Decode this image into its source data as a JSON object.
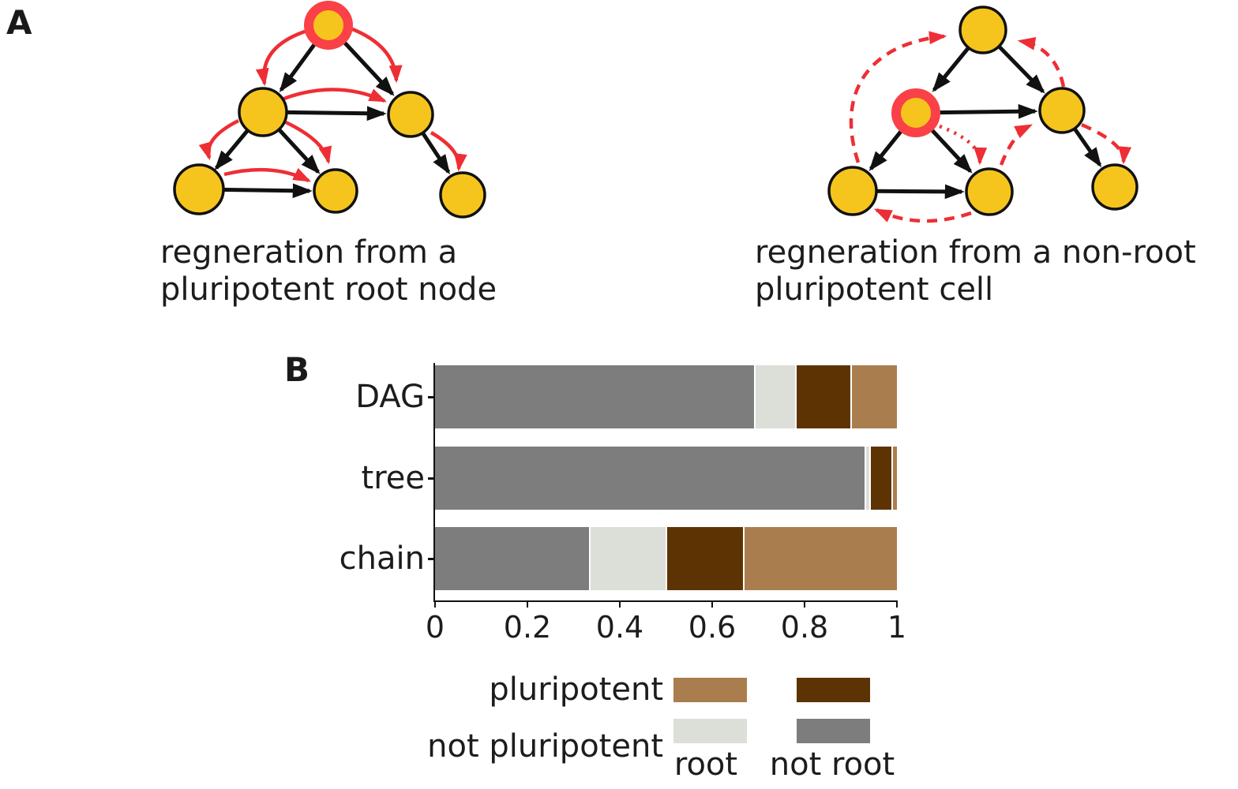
{
  "panel_a": {
    "label": "A",
    "captions": {
      "left_line1": "regneration from a",
      "left_line2": "pluripotent root node",
      "right_line1": "regneration from a non-root",
      "right_line2": "pluripotent cell"
    },
    "colors": {
      "node_fill": "#f6c51d",
      "node_outline": "#111111",
      "highlight_ring": "#fa4147",
      "lineage_edge": "#111111",
      "regeneration_edge": "#ee2e35"
    },
    "left_diagram": {
      "highlighted_node": "root",
      "regeneration_edge_style": "solid",
      "lineage_edges": [
        "root→mid-left",
        "root→mid-right",
        "mid-left→mid-right",
        "mid-left→bottom-left",
        "mid-left→bottom-middle",
        "bottom-left→bottom-middle",
        "mid-right→bottom-right"
      ],
      "regeneration_edges": [
        "root→mid-left",
        "root→mid-right",
        "mid-left→mid-right",
        "mid-left→bottom-left",
        "mid-left→bottom-middle",
        "bottom-left→bottom-middle",
        "mid-right→bottom-right"
      ]
    },
    "right_diagram": {
      "highlighted_node": "mid-left (non-root pluripotent cell)",
      "regeneration_edge_style": "dashed",
      "lineage_edges": [
        "top→mid-left",
        "top→mid-right",
        "mid-left→mid-right",
        "mid-left→bottom-left",
        "mid-left→bottom-middle",
        "bottom-left→bottom-middle",
        "mid-right→bottom-right"
      ],
      "regeneration_edges": [
        "bottom-left→top",
        "mid-right→top",
        "mid-left→bottom-middle",
        "bottom-middle→mid-right",
        "mid-right→bottom-right",
        "bottom-middle→bottom-left"
      ]
    }
  },
  "panel_b": {
    "label": "B"
  },
  "chart_data": {
    "type": "stacked_barh",
    "title": "",
    "xlabel": "",
    "ylabel": "",
    "categories": [
      "DAG",
      "tree",
      "chain"
    ],
    "series": [
      {
        "name": "not pluripotent, not root",
        "color": "#7d7d7d",
        "values": [
          0.69,
          0.93,
          0.333
        ]
      },
      {
        "name": "not pluripotent, root",
        "color": "#dcdfd8",
        "values": [
          0.09,
          0.01,
          0.167
        ]
      },
      {
        "name": "pluripotent, not root",
        "color": "#5e3303",
        "values": [
          0.12,
          0.048,
          0.167
        ]
      },
      {
        "name": "pluripotent, root",
        "color": "#aa7d4e",
        "values": [
          0.1,
          0.012,
          0.333
        ]
      }
    ],
    "xlim": [
      0,
      1
    ],
    "xticks": [
      "0",
      "0.2",
      "0.4",
      "0.6",
      "0.8",
      "1"
    ],
    "grid": false,
    "legend": {
      "position": "below",
      "row_labels": [
        "pluripotent",
        "not pluripotent"
      ],
      "col_labels": [
        "root",
        "not root"
      ],
      "swatch_colors": [
        [
          "#aa7d4e",
          "#5e3303"
        ],
        [
          "#dcdfd8",
          "#7d7d7d"
        ]
      ]
    }
  }
}
